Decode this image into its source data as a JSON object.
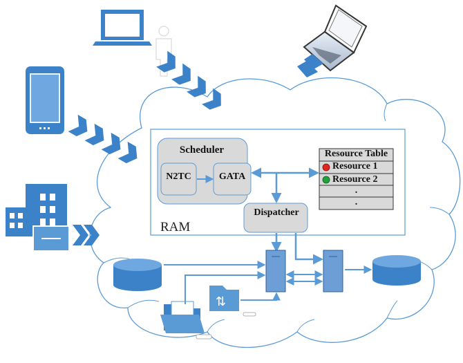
{
  "colors": {
    "accent": "#5b9bd5",
    "cloud_stroke": "#5b9bd5",
    "device_blue": "#3c82c8",
    "box_gray": "#d9d9d9",
    "status_red": "#e0261d",
    "status_green": "#1fa33a"
  },
  "diagram": {
    "ram_label": "RAM",
    "scheduler": {
      "title": "Scheduler",
      "n2tc": "N2TC",
      "gata": "GATA"
    },
    "dispatcher": "Dispatcher",
    "resource_table": {
      "title": "Resource Table",
      "rows": [
        {
          "label": "Resource  1",
          "status": "red"
        },
        {
          "label": "Resource  2",
          "status": "green"
        },
        {
          "label": ".",
          "status": ""
        },
        {
          "label": ".",
          "status": ""
        }
      ]
    }
  },
  "icons": [
    "tablet-icon",
    "desktop-monitor-icon",
    "person-icon",
    "laptop-icon",
    "building-icon",
    "chevron-arrows-icon",
    "database-icon",
    "server-icon",
    "folder-icon",
    "file-transfer-icon"
  ]
}
